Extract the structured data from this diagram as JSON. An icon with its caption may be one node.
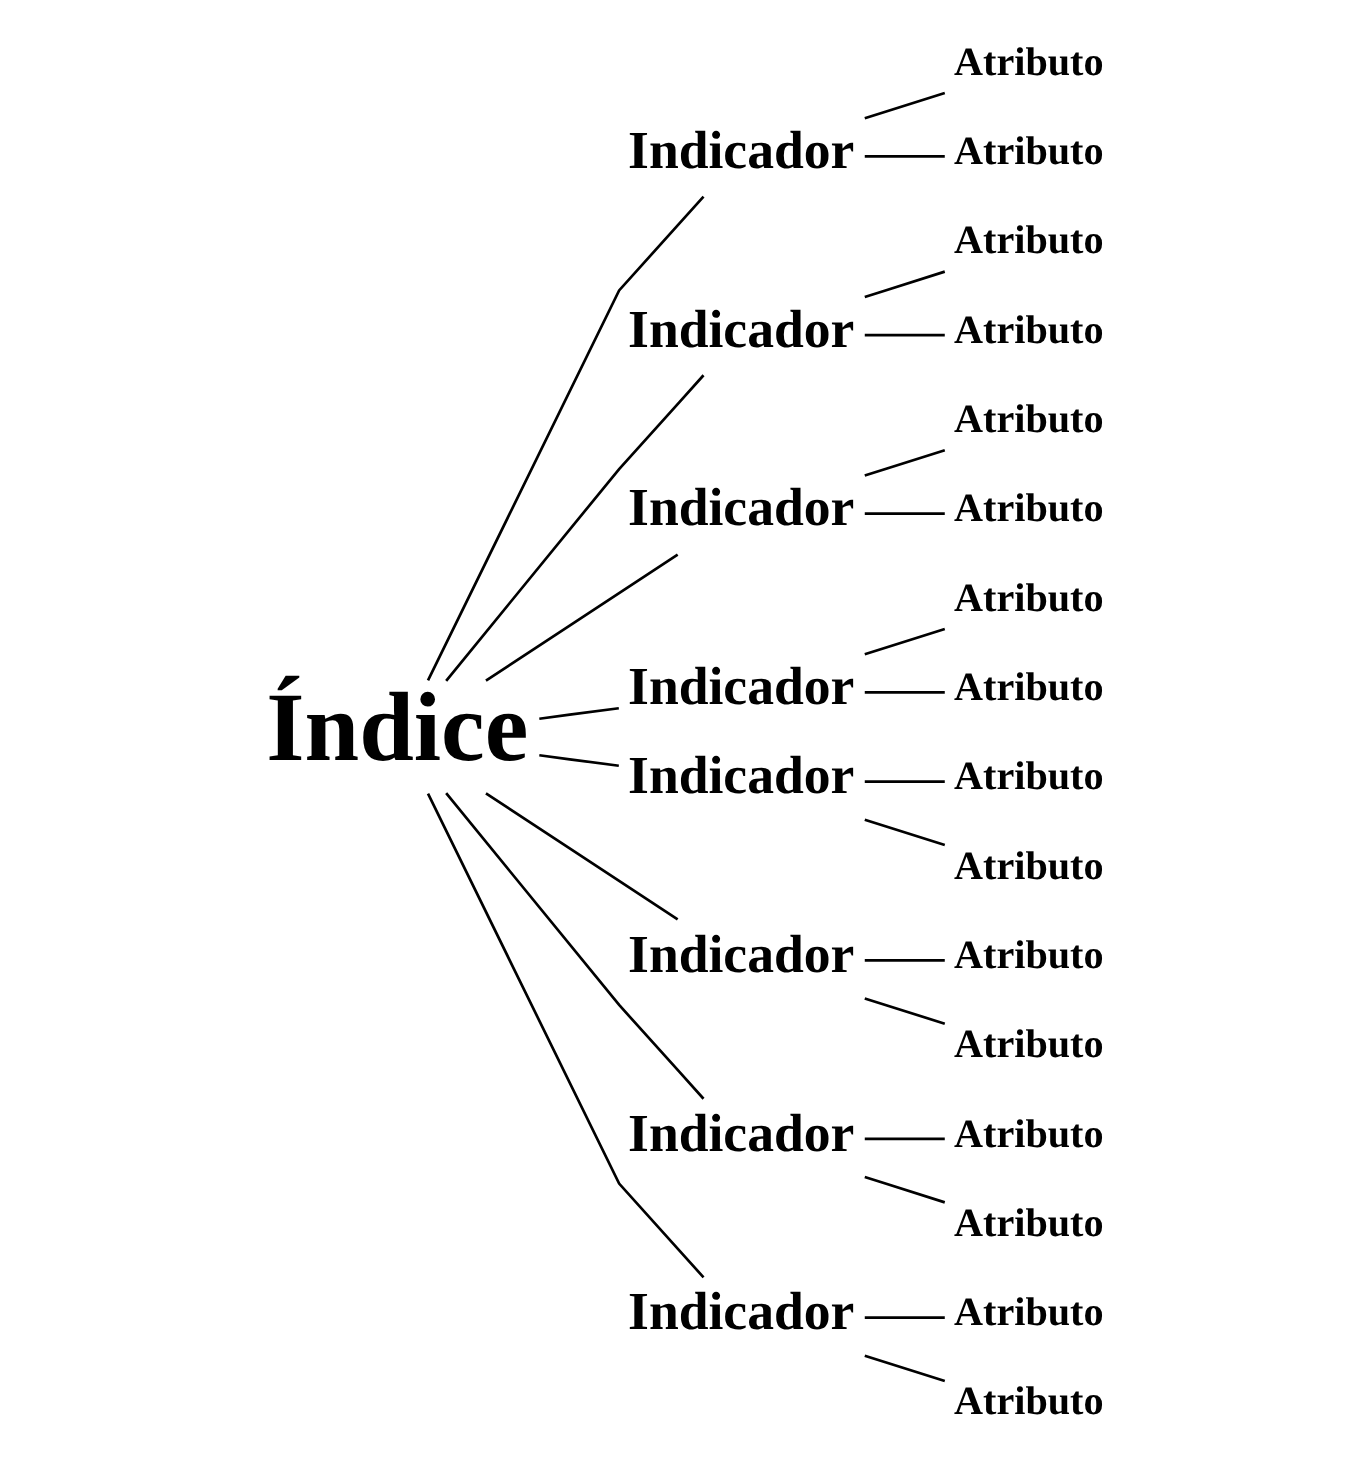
{
  "diagram": {
    "nodes": [
      {
        "text": [
          "Índice"
        ]
      },
      {
        "text": [
          "Indicador"
        ]
      },
      {
        "text": [
          "Atributo"
        ]
      },
      {
        "text": [
          "Atributo"
        ]
      },
      {
        "text": [
          "Indicador"
        ]
      },
      {
        "text": [
          "Atributo"
        ]
      },
      {
        "text": [
          "Atributo"
        ]
      },
      {
        "text": [
          "Indicador"
        ]
      },
      {
        "text": [
          "Atributo"
        ]
      },
      {
        "text": [
          "Atributo"
        ]
      },
      {
        "text": [
          "Indicador"
        ]
      },
      {
        "text": [
          "Atributo"
        ]
      },
      {
        "text": [
          "Atributo"
        ]
      },
      {
        "text": [
          "Indicador"
        ]
      },
      {
        "text": [
          "Atributo"
        ]
      },
      {
        "text": [
          "Atributo"
        ]
      },
      {
        "text": [
          "Indicador"
        ]
      },
      {
        "text": [
          "Atributo"
        ]
      },
      {
        "text": [
          "Atributo"
        ]
      },
      {
        "text": [
          "Indicador"
        ]
      },
      {
        "text": [
          "Atributo"
        ]
      },
      {
        "text": [
          "Atributo"
        ]
      },
      {
        "text": [
          "Indicador"
        ]
      },
      {
        "text": [
          "Atributo"
        ]
      },
      {
        "text": [
          "Atributo"
        ]
      }
    ],
    "edges": [
      {
        "from": 0,
        "to": 1,
        "arrow": "none"
      },
      {
        "from": 0,
        "to": 4,
        "arrow": "none"
      },
      {
        "from": 0,
        "to": 7,
        "arrow": "none"
      },
      {
        "from": 0,
        "to": 10,
        "arrow": "none"
      },
      {
        "from": 0,
        "to": 13,
        "arrow": "none"
      },
      {
        "from": 0,
        "to": 16,
        "arrow": "none"
      },
      {
        "from": 0,
        "to": 19,
        "arrow": "none"
      },
      {
        "from": 0,
        "to": 22,
        "arrow": "none"
      },
      {
        "from": 1,
        "to": 2,
        "arrow": "none"
      },
      {
        "from": 1,
        "to": 3,
        "arrow": "none"
      },
      {
        "from": 4,
        "to": 5,
        "arrow": "none"
      },
      {
        "from": 4,
        "to": 6,
        "arrow": "none"
      },
      {
        "from": 7,
        "to": 8,
        "arrow": "none"
      },
      {
        "from": 7,
        "to": 9,
        "arrow": "none"
      },
      {
        "from": 10,
        "to": 11,
        "arrow": "none"
      },
      {
        "from": 10,
        "to": 12,
        "arrow": "none"
      },
      {
        "from": 13,
        "to": 14,
        "arrow": "none"
      },
      {
        "from": 13,
        "to": 15,
        "arrow": "none"
      },
      {
        "from": 16,
        "to": 17,
        "arrow": "none"
      },
      {
        "from": 16,
        "to": 18,
        "arrow": "none"
      },
      {
        "from": 19,
        "to": 20,
        "arrow": "none"
      },
      {
        "from": 19,
        "to": 21,
        "arrow": "none"
      },
      {
        "from": 22,
        "to": 23,
        "arrow": "none"
      },
      {
        "from": 22,
        "to": 24,
        "arrow": "none"
      }
    ]
  }
}
